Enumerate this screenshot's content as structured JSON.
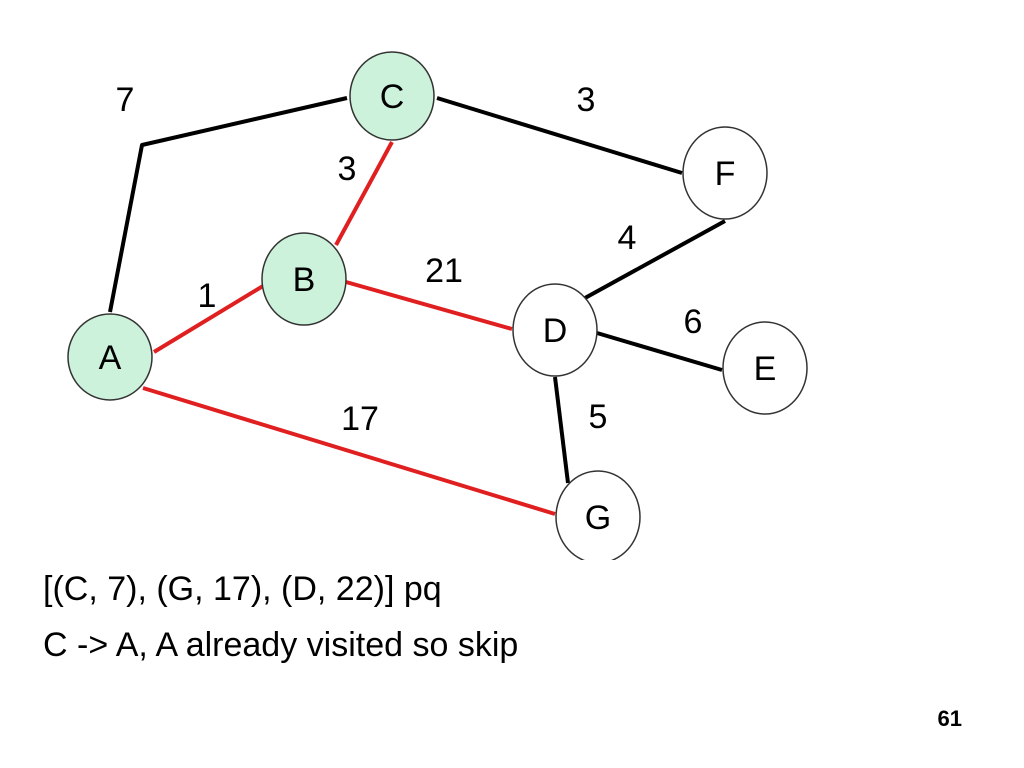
{
  "diagram": {
    "colors": {
      "visited_fill": "#ccf2dc",
      "unvisited_fill": "#ffffff",
      "node_stroke": "#333333",
      "edge_default": "#000000",
      "edge_highlight": "#e02020"
    },
    "nodes": [
      {
        "id": "A",
        "label": "A",
        "visited": true
      },
      {
        "id": "B",
        "label": "B",
        "visited": true
      },
      {
        "id": "C",
        "label": "C",
        "visited": true
      },
      {
        "id": "D",
        "label": "D",
        "visited": false
      },
      {
        "id": "E",
        "label": "E",
        "visited": false
      },
      {
        "id": "F",
        "label": "F",
        "visited": false
      },
      {
        "id": "G",
        "label": "G",
        "visited": false
      }
    ],
    "edges": [
      {
        "from": "A",
        "to": "C",
        "weight": "7",
        "highlight": false
      },
      {
        "from": "C",
        "to": "F",
        "weight": "3",
        "highlight": false
      },
      {
        "from": "C",
        "to": "B",
        "weight": "3",
        "highlight": true
      },
      {
        "from": "D",
        "to": "F",
        "weight": "4",
        "highlight": false
      },
      {
        "from": "B",
        "to": "D",
        "weight": "21",
        "highlight": true
      },
      {
        "from": "A",
        "to": "B",
        "weight": "1",
        "highlight": true
      },
      {
        "from": "D",
        "to": "E",
        "weight": "6",
        "highlight": false
      },
      {
        "from": "A",
        "to": "G",
        "weight": "17",
        "highlight": true
      },
      {
        "from": "D",
        "to": "G",
        "weight": "5",
        "highlight": false
      }
    ]
  },
  "captions": {
    "pq": "[(C, 7), (G, 17), (D, 22)] pq",
    "step": "C -> A, A already visited so skip"
  },
  "page_number": "61"
}
